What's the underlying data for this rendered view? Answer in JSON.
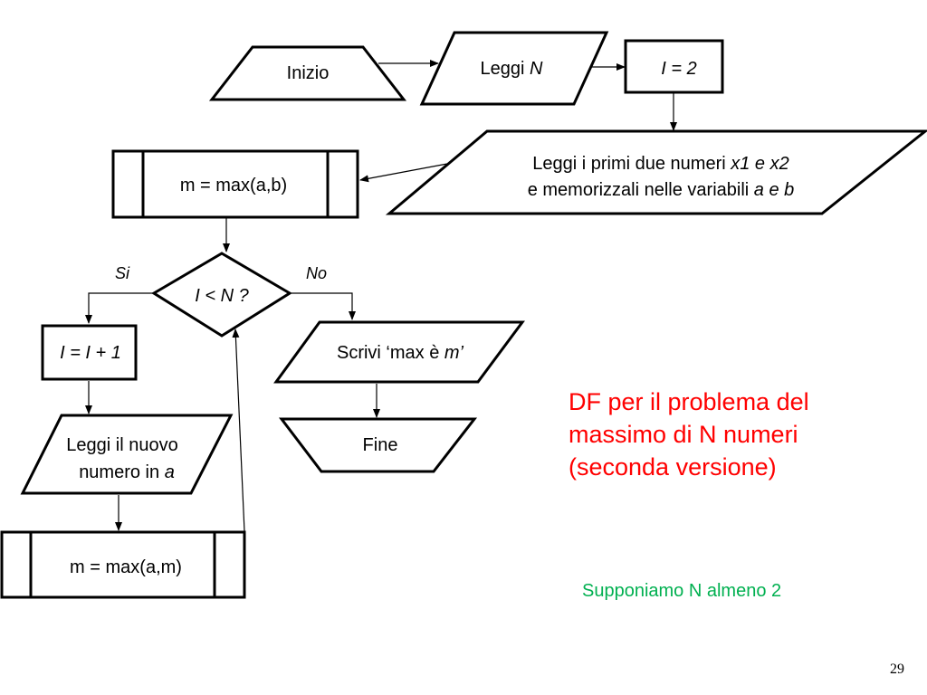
{
  "diagram": {
    "start": "Inizio",
    "read_n": {
      "text": "Leggi ",
      "var": "N"
    },
    "init_i": "I = 2",
    "read_first": {
      "line1_text": "Leggi i primi due numeri ",
      "line1_var": "x1 e x2",
      "line2_text": "e memorizzali nelle variabili ",
      "line2_var": "a e b"
    },
    "max_ab": "m = max(a,b)",
    "decision": "I < N ?",
    "branch_yes": "Si",
    "branch_no": "No",
    "increment": "I = I + 1",
    "output": {
      "text": "Scrivi ‘max è ",
      "var": "m’"
    },
    "read_next": {
      "line1": "Leggi il nuovo",
      "line2_text": "numero in ",
      "line2_var": "a"
    },
    "end": "Fine",
    "max_am": "m = max(a,m)"
  },
  "slide": {
    "title_lines": [
      "DF per il problema del",
      "massimo di N numeri",
      "(seconda versione)"
    ],
    "note": "Supponiamo N almeno 2",
    "page_number": "29",
    "colors": {
      "title": "#ff0000",
      "note": "#00b050"
    }
  }
}
